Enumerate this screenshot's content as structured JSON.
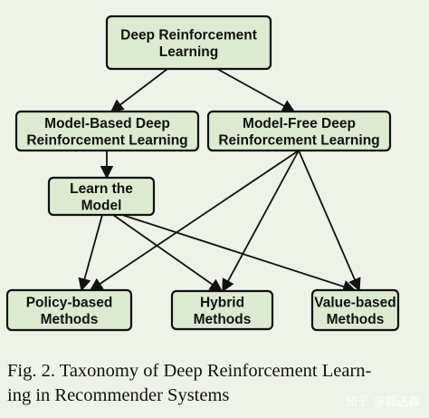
{
  "nodes": {
    "root": [
      "Deep Reinforcement",
      "Learning"
    ],
    "model_based": [
      "Model-Based Deep",
      "Reinforcement Learning"
    ],
    "model_free": [
      "Model-Free Deep",
      "Reinforcement Learning"
    ],
    "learn_model": [
      "Learn the",
      "Model"
    ],
    "policy": [
      "Policy-based",
      "Methods"
    ],
    "hybrid": [
      "Hybrid",
      "Methods"
    ],
    "value": [
      "Value-based",
      "Methods"
    ]
  },
  "edges": [
    [
      "root",
      "model_based"
    ],
    [
      "root",
      "model_free"
    ],
    [
      "model_based",
      "learn_model"
    ],
    [
      "learn_model",
      "policy"
    ],
    [
      "learn_model",
      "hybrid"
    ],
    [
      "learn_model",
      "value"
    ],
    [
      "model_free",
      "policy"
    ],
    [
      "model_free",
      "hybrid"
    ],
    [
      "model_free",
      "value"
    ]
  ],
  "caption": {
    "line1": "Fig. 2.  Taxonomy of Deep Reinforcement Learn-",
    "line2": "ing in Recommender Systems"
  },
  "watermark": "知乎 @郭达森",
  "colors": {
    "background": "#eef3e7",
    "node_fill": "#dcebd0",
    "stroke": "#111111"
  }
}
